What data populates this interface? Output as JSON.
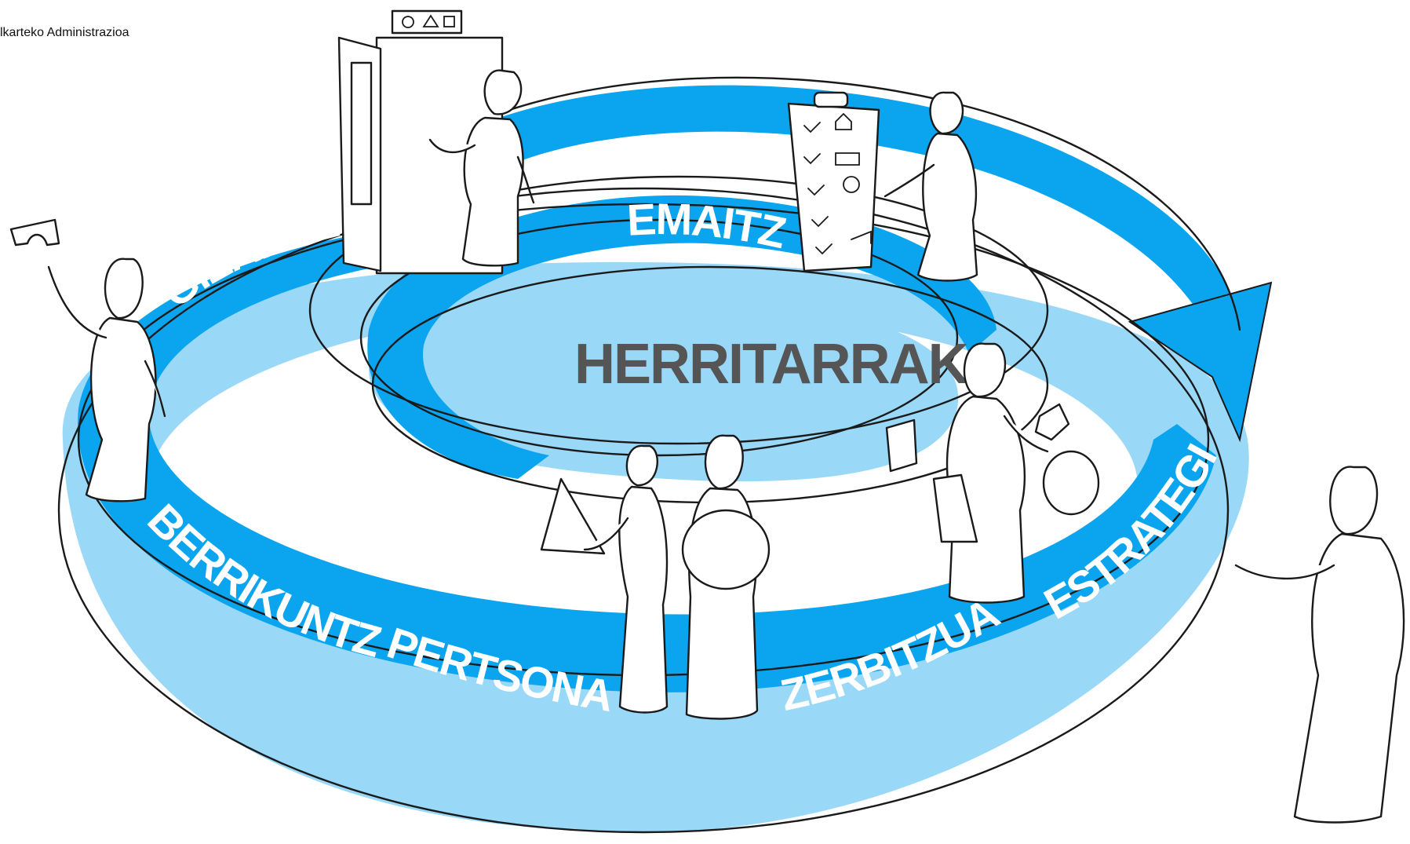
{
  "header": {
    "text": "lkarteko Administrazioa"
  },
  "diagram": {
    "center_label": "HERRITARRAK",
    "band_labels": {
      "gizartea": "GIZARTEA",
      "emaitzak": "EMAITZAK",
      "berrikuntza": "BERRIKUNTZA",
      "pertsonak": "PERTSONAK",
      "zerbitzuak": "ZERBITZUAK",
      "estrategia": "ESTRATEGIA"
    }
  },
  "colors": {
    "band_dark": "#0aa5ee",
    "band_light": "#9ad8f8",
    "line": "#1a1a1a",
    "center_text": "#555555"
  },
  "icons": [
    "door-icon",
    "checklist-board-icon",
    "arrow-head-icon",
    "triangle-block-icon",
    "disc-block-icon",
    "cube-block-icon",
    "arch-block-icon"
  ]
}
